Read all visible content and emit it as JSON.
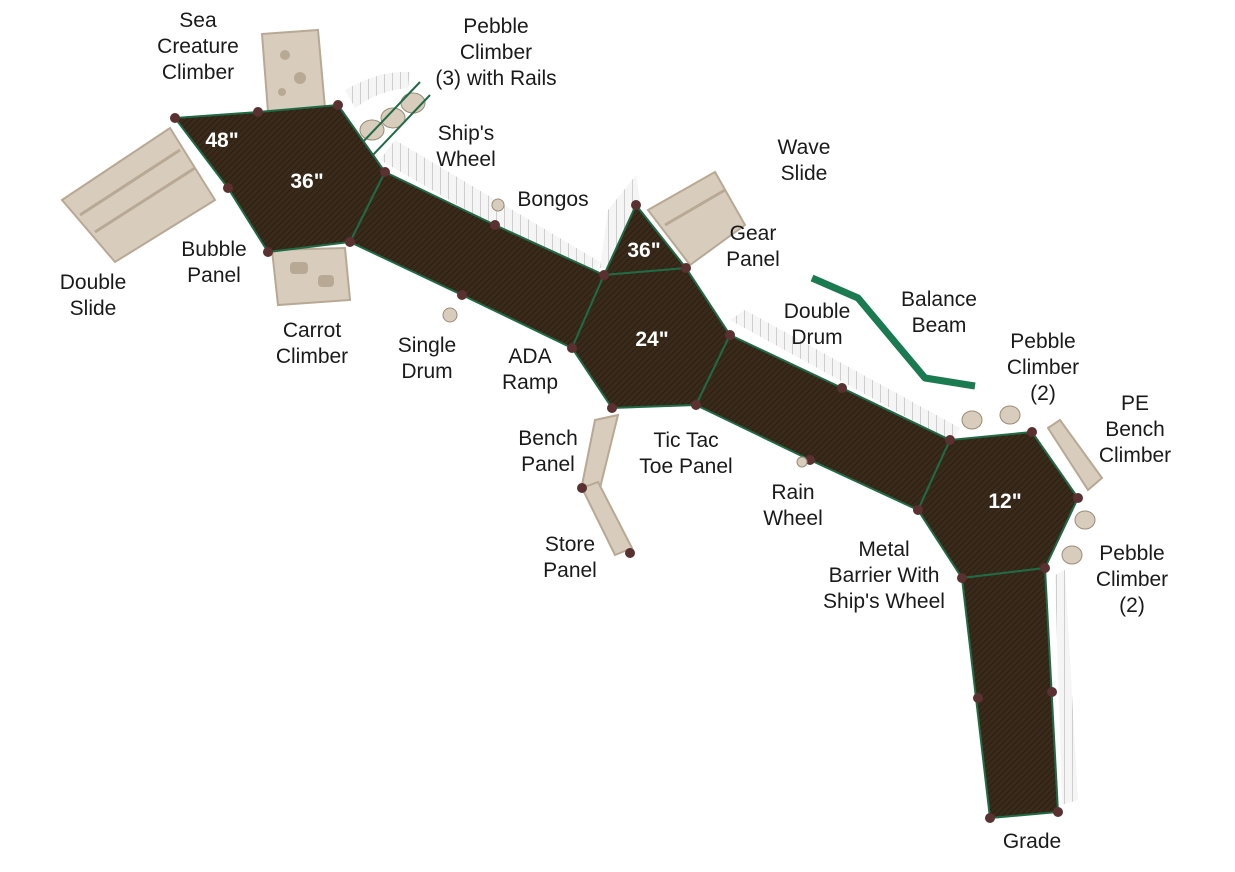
{
  "colors": {
    "deck": "#3a2a1a",
    "deck_edge": "#241a10",
    "trim": "#1f6b45",
    "post": "#5a3030",
    "plastic": "#d8ccbc",
    "plastic_shade": "#b8a994",
    "rail": "#f2f2f2",
    "beam": "#1a7a50"
  },
  "heights": {
    "h48": "48\"",
    "h36a": "36\"",
    "h36b": "36\"",
    "h24": "24\"",
    "h12": "12\""
  },
  "labels": {
    "sea_creature_climber": "Sea\nCreature\nClimber",
    "pebble_climber_3": "Pebble\nClimber\n(3) with Rails",
    "ships_wheel": "Ship's\nWheel",
    "bongos": "Bongos",
    "wave_slide": "Wave\nSlide",
    "gear_panel": "Gear\nPanel",
    "balance_beam": "Balance\nBeam",
    "double_drum": "Double\nDrum",
    "pebble_climber_2a": "Pebble\nClimber\n(2)",
    "pe_bench_climber": "PE\nBench\nClimber",
    "double_slide": "Double\nSlide",
    "bubble_panel": "Bubble\nPanel",
    "carrot_climber": "Carrot\nClimber",
    "single_drum": "Single\nDrum",
    "ada_ramp": "ADA\nRamp",
    "bench_panel": "Bench\nPanel",
    "tic_tac_toe_panel": "Tic Tac\nToe Panel",
    "rain_wheel": "Rain\nWheel",
    "store_panel": "Store\nPanel",
    "metal_barrier": "Metal\nBarrier With\nShip's Wheel",
    "pebble_climber_2b": "Pebble\nClimber\n(2)",
    "grade": "Grade"
  }
}
